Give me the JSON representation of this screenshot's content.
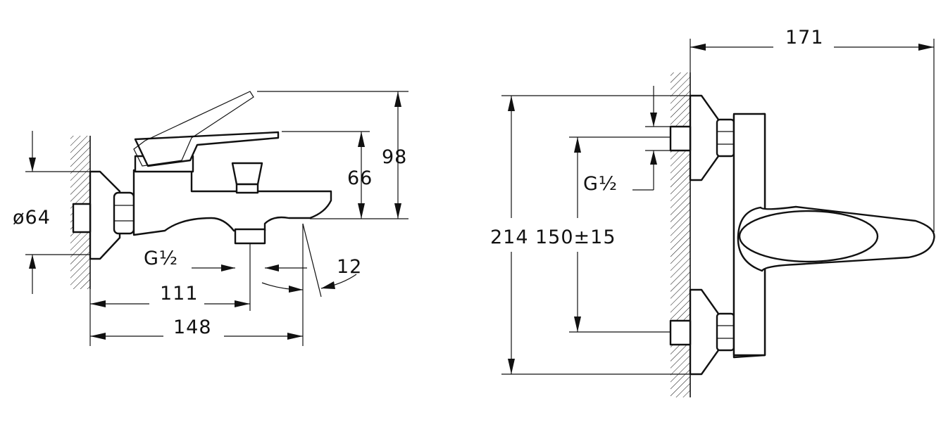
{
  "side_view": {
    "dim_wall_diameter": "ø64",
    "dim_height_lever": "98",
    "dim_height_spout": "66",
    "dim_outlet_thread": "G½",
    "dim_angle": "12",
    "dim_outlet_distance": "111",
    "dim_spout_length": "148"
  },
  "front_view": {
    "dim_depth": "171",
    "dim_inlet_thread": "G½",
    "dim_total_height": "214",
    "dim_inlet_spacing": "150±15"
  }
}
